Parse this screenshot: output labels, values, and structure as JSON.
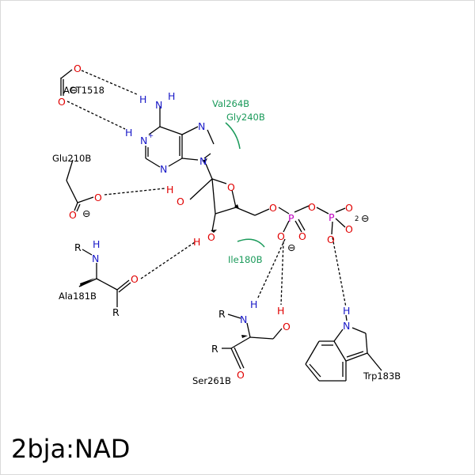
{
  "title": "2bja:NAD",
  "colors": {
    "carbon_bond": "#000000",
    "oxygen": "#e00000",
    "nitrogen": "#1a1ac8",
    "phosphorus": "#c000c0",
    "hydrophobic": "#1a9a5a"
  },
  "atoms": {
    "O": "O",
    "N": "N",
    "H": "H",
    "P": "P",
    "R": "R",
    "minus": "⊖",
    "plus": "+",
    "charge_2": "2",
    "nh_h": "H"
  },
  "residues": {
    "act": "ACT1518",
    "glu": "Glu210B",
    "ala": "Ala181B",
    "ser": "Ser261B",
    "trp": "Trp183B",
    "val": "Val264B",
    "gly": "Gly240B",
    "ile": "Ile180B"
  }
}
